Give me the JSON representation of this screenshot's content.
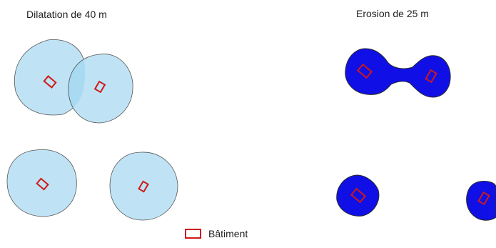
{
  "panels": {
    "dilatation": {
      "title": "Dilatation de 40 m"
    },
    "erosion": {
      "title": "Erosion de 25 m"
    }
  },
  "legend": {
    "building_label": "Bâtiment"
  },
  "colors": {
    "dilatation_fill": "#bfe3f5",
    "dilatation_overlap": "#9dd3ef",
    "dilatation_stroke": "#555555",
    "erosion_fill": "#1010e6",
    "erosion_stroke": "#2a2a2a",
    "building_stroke": "#d01818"
  }
}
